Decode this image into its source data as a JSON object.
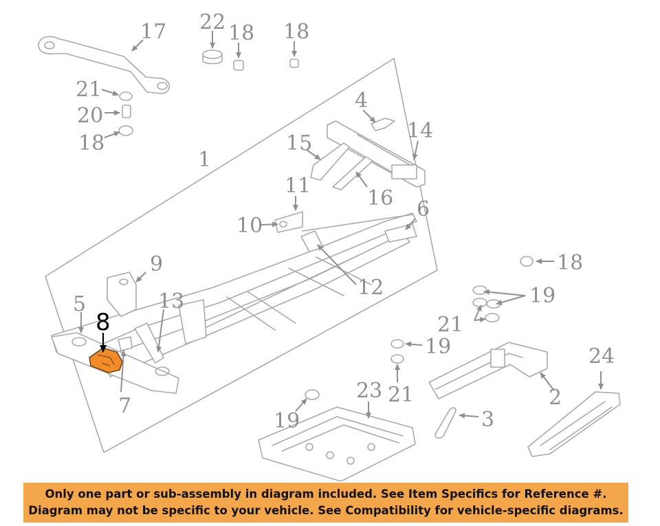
{
  "colors": {
    "highlight_part": "#f28c28",
    "banner_background": "#f4a64a",
    "line_art": "#a9a9a9",
    "callout_text": "#8f8f8f"
  },
  "callouts": {
    "c1": "1",
    "c2": "2",
    "c3": "3",
    "c4": "4",
    "c5": "5",
    "c6": "6",
    "c7": "7",
    "c8": "8",
    "c9": "9",
    "c10": "10",
    "c11": "11",
    "c12": "12",
    "c13": "13",
    "c14": "14",
    "c15": "15",
    "c16": "16",
    "c17": "17",
    "c18a": "18",
    "c18b": "18",
    "c18c": "18",
    "c18d": "18",
    "c19a": "19",
    "c19b": "19",
    "c19c": "19",
    "c20": "20",
    "c21a": "21",
    "c21b": "21",
    "c21c": "21",
    "c22": "22",
    "c23": "23",
    "c24": "24"
  },
  "banner": {
    "line1": "Only one part or sub-assembly in diagram included. See Item Specifics for Reference #.",
    "line2": "Diagram may not be specific to your vehicle. See Compatibility for vehicle-specific diagrams."
  }
}
